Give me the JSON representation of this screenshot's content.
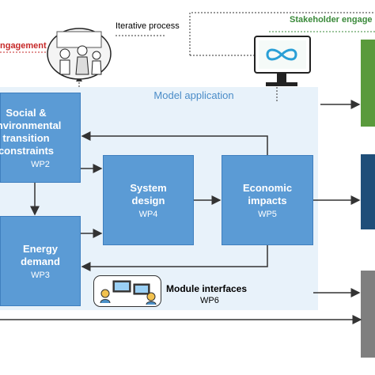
{
  "header": {
    "iterative_label": "Iterative process",
    "stakeholder_label": "Stakeholder engage",
    "engagement_label": "ngagement"
  },
  "model": {
    "title": "Model application",
    "boxes": {
      "social": {
        "title": "Social &\nenvironmental\ntransition\nconstraints",
        "wp": "WP2"
      },
      "energy": {
        "title": "Energy\ndemand",
        "wp": "WP3"
      },
      "system": {
        "title": "System\ndesign",
        "wp": "WP4"
      },
      "economic": {
        "title": "Economic\nimpacts",
        "wp": "WP5"
      }
    },
    "module": {
      "title": "Module interfaces",
      "wp": "WP6"
    }
  },
  "colors": {
    "box_fill": "#5b9bd5",
    "model_area": "#e8f2fa",
    "stakeholder_green": "#3a8a3a",
    "engagement_red": "#c62828",
    "side_green": "#5a9a3c",
    "side_blue": "#1f4e79",
    "side_grey": "#7f7f7f"
  },
  "icons": [
    "workshop-sketch-icon",
    "monitor-cycle-icon",
    "people-computers-icon"
  ]
}
